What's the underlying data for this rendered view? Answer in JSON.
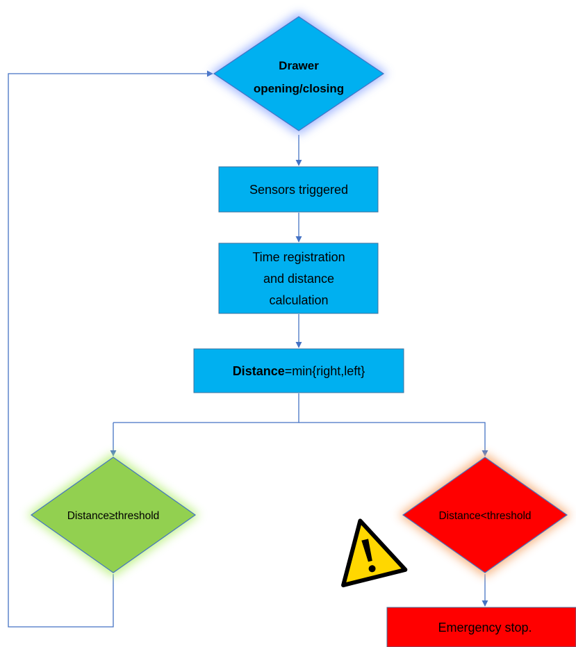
{
  "flowchart": {
    "start": {
      "line1": "Drawer",
      "line2": "opening/closing"
    },
    "sensors": {
      "label": "Sensors triggered"
    },
    "timeReg": {
      "line1": "Time registration",
      "line2": "and distance",
      "line3": "calculation"
    },
    "distance": {
      "bold": "Distance",
      "rest": "=min{right,left}"
    },
    "ge": {
      "label": "Distance≥threshold"
    },
    "lt": {
      "label": "Distance<threshold"
    },
    "stop": {
      "label": "Emergency stop."
    }
  },
  "colors": {
    "box": "#00b0f0",
    "boxBorder": "#41719c",
    "connector": "#4472c4",
    "green": "#92d050",
    "red": "#ff0000",
    "warningYellow": "#ffd700"
  },
  "icons": {
    "warning": "warning-icon"
  }
}
